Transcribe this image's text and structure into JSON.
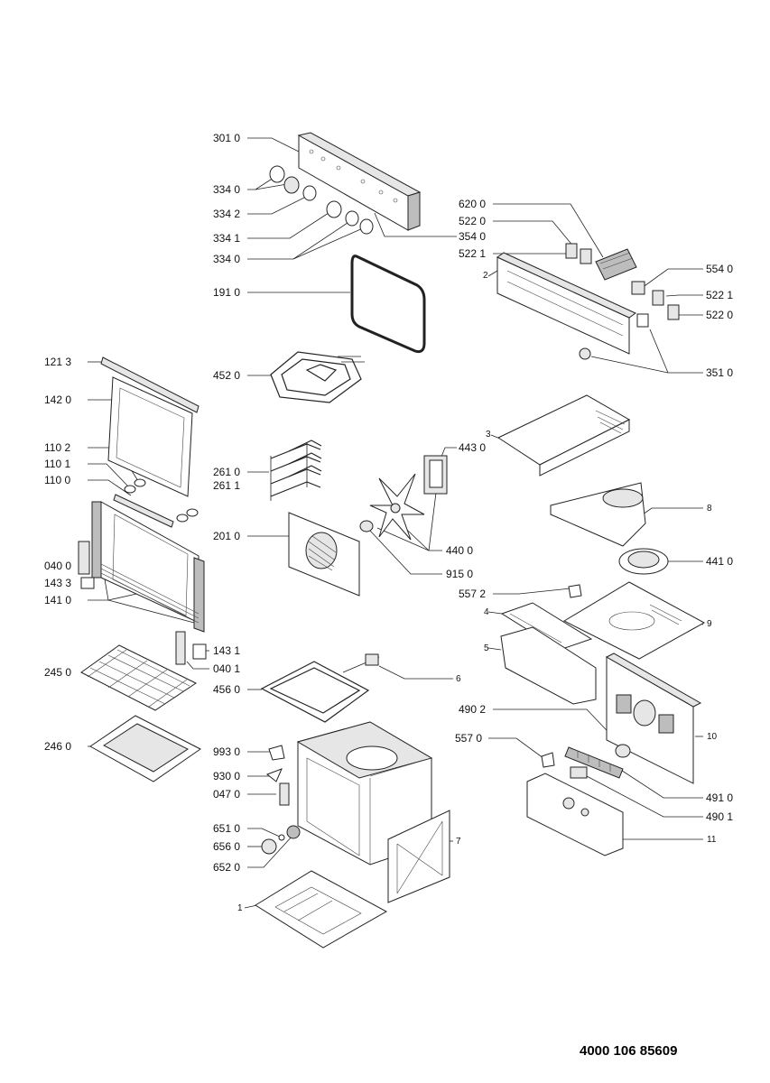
{
  "document_number": "4000 106 85609",
  "part_labels": [
    "301 0",
    "334 0",
    "334 2",
    "334 1",
    "334 0",
    "620 0",
    "522 0",
    "354 0",
    "522 1",
    "2",
    "554 0",
    "522 1",
    "522 0",
    "191 0",
    "351 0",
    "121 3",
    "452 0",
    "142 0",
    "3",
    "443 0",
    "110 2",
    "110 1",
    "110 0",
    "261 0",
    "261 1",
    "8",
    "201 0",
    "440 0",
    "040 0",
    "143 3",
    "441 0",
    "915 0",
    "141 0",
    "557 2",
    "4",
    "9",
    "5",
    "143 1",
    "040 1",
    "245 0",
    "6",
    "456 0",
    "490 2",
    "557 0",
    "10",
    "246 0",
    "993 0",
    "930 0",
    "047 0",
    "491 0",
    "490 1",
    "651 0",
    "11",
    "656 0",
    "7",
    "652 0",
    "1"
  ]
}
